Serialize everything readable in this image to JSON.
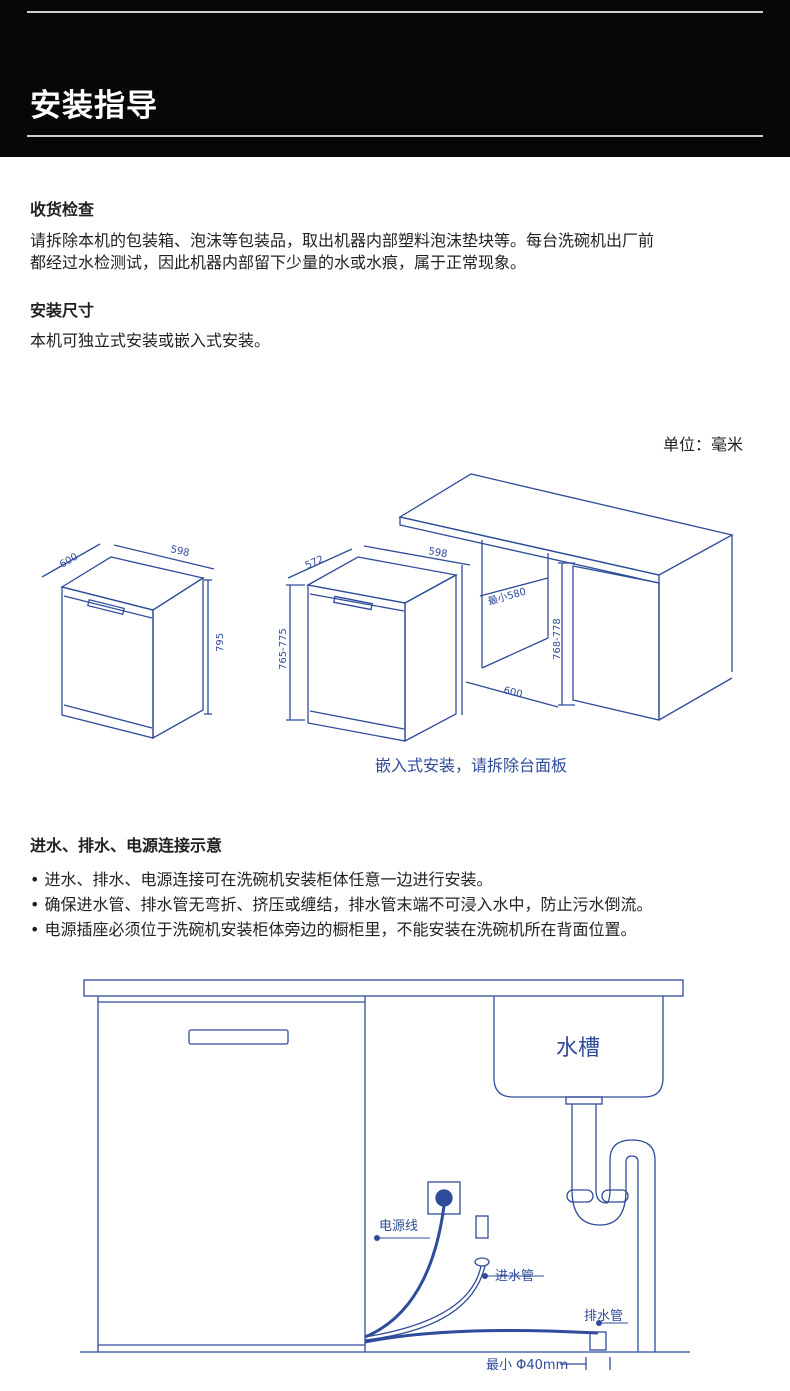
{
  "header": {
    "title": "安装指导"
  },
  "receipt": {
    "heading": "收货检查",
    "line1": "请拆除本机的包装箱、泡沫等包装品，取出机器内部塑料泡沫垫块等。每台洗碗机出厂前",
    "line2": "都经过水检测试，因此机器内部留下少量的水或水痕，属于正常现象。"
  },
  "size": {
    "heading": "安装尺寸",
    "text": "本机可独立式安装或嵌入式安装。",
    "unit": "单位：毫米",
    "freestanding": {
      "depth": "600",
      "width": "598",
      "height": "795"
    },
    "builtin": {
      "depth": "572",
      "width": "598",
      "height": "765-775",
      "cab_depth": "最小580",
      "cab_width": "600",
      "cab_height": "768-778"
    },
    "caption": "嵌入式安装，请拆除台面板"
  },
  "connect": {
    "heading": "进水、排水、电源连接示意",
    "bullets": [
      "进水、排水、电源连接可在洗碗机安装柜体任意一边进行安装。",
      "确保进水管、排水管无弯折、挤压或缠结，排水管末端不可浸入水中，防止污水倒流。",
      "电源插座必须位于洗碗机安装柜体旁边的橱柜里，不能安装在洗碗机所在背面位置。"
    ],
    "sink": "水槽",
    "power_cord": "电源线",
    "inlet_hose": "进水管",
    "drain_hose": "排水管",
    "min_diameter": "最小 Φ40mm"
  },
  "colors": {
    "line": "#2f4c9a",
    "banner": "#070707",
    "text": "#231f20"
  }
}
